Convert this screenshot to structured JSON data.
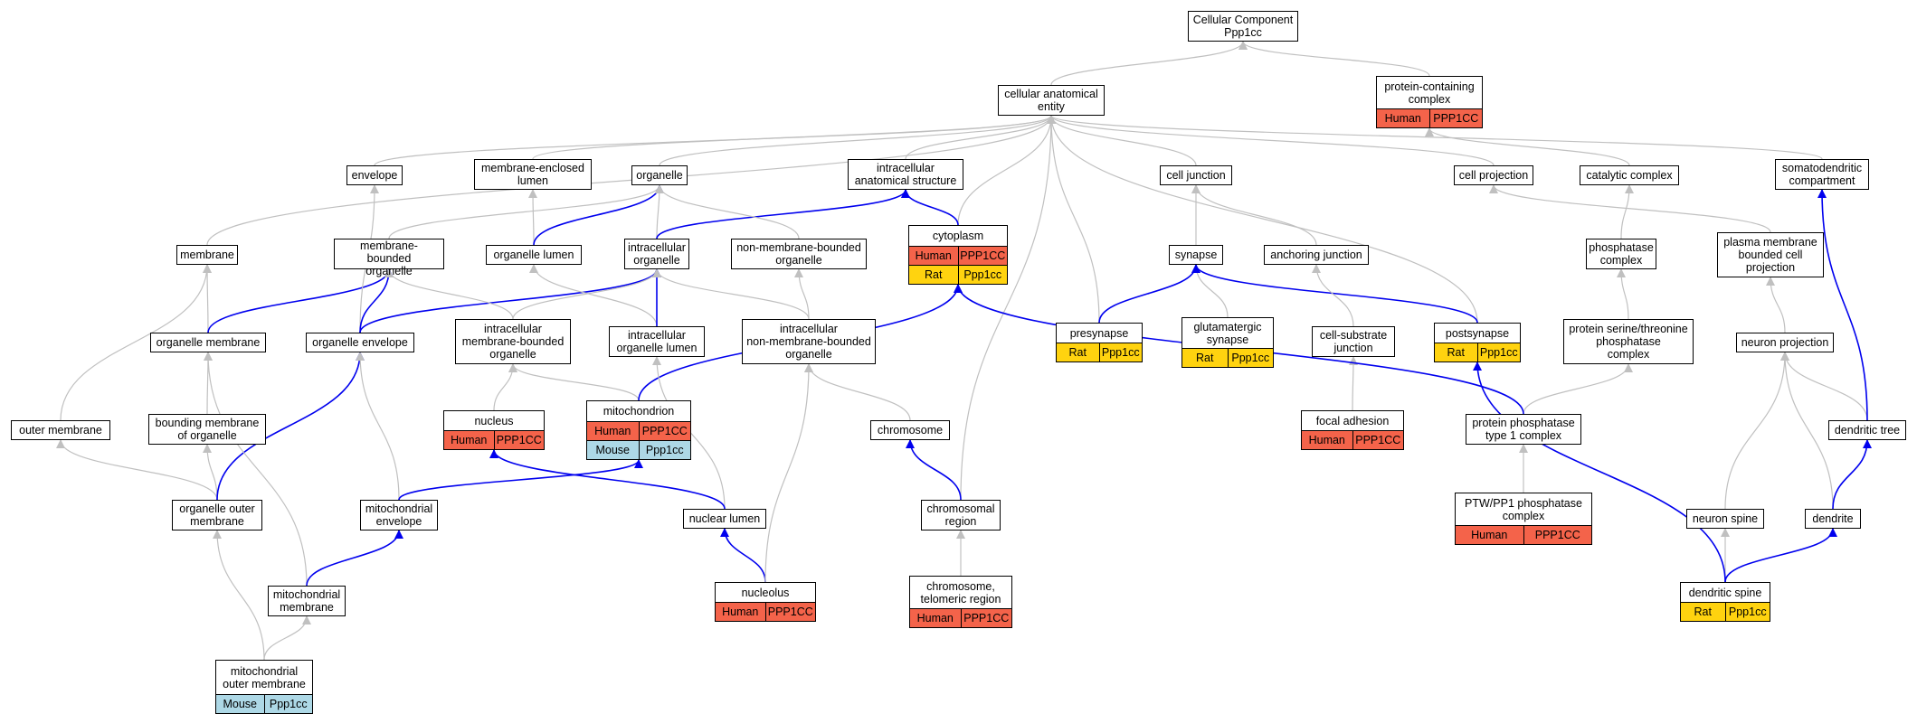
{
  "colors": {
    "is_a_edge": "#c0c0c0",
    "part_of_edge": "#0000ee",
    "human": "#f4634a",
    "rat": "#ffd30f",
    "mouse": "#add8e6"
  },
  "nodes": [
    {
      "id": "cc",
      "label": "Cellular Component\nPpp1cc"
    },
    {
      "id": "cae",
      "label": "cellular anatomical\nentity"
    },
    {
      "id": "pcc",
      "label": "protein-containing\ncomplex",
      "species": [
        [
          "Human",
          "PPP1CC"
        ]
      ]
    },
    {
      "id": "envelope",
      "label": "envelope"
    },
    {
      "id": "mel",
      "label": "membrane-enclosed\nlumen"
    },
    {
      "id": "organelle",
      "label": "organelle"
    },
    {
      "id": "ias",
      "label": "intracellular\nanatomical structure"
    },
    {
      "id": "cj",
      "label": "cell junction"
    },
    {
      "id": "cp",
      "label": "cell projection"
    },
    {
      "id": "catc",
      "label": "catalytic complex"
    },
    {
      "id": "sdc",
      "label": "somatodendritic\ncompartment"
    },
    {
      "id": "membrane",
      "label": "membrane"
    },
    {
      "id": "mbo",
      "label": "membrane-bounded\norganelle"
    },
    {
      "id": "olumen",
      "label": "organelle lumen"
    },
    {
      "id": "io",
      "label": "intracellular\norganelle"
    },
    {
      "id": "nmbo",
      "label": "non-membrane-bounded\norganelle"
    },
    {
      "id": "cytoplasm",
      "label": "cytoplasm",
      "species": [
        [
          "Human",
          "PPP1CC"
        ],
        [
          "Rat",
          "Ppp1cc"
        ]
      ]
    },
    {
      "id": "synapse",
      "label": "synapse"
    },
    {
      "id": "aj",
      "label": "anchoring junction"
    },
    {
      "id": "phc",
      "label": "phosphatase\ncomplex"
    },
    {
      "id": "pmbcp",
      "label": "plasma membrane\nbounded cell\nprojection"
    },
    {
      "id": "om",
      "label": "organelle membrane"
    },
    {
      "id": "oe",
      "label": "organelle envelope"
    },
    {
      "id": "imbo",
      "label": "intracellular\nmembrane-bounded\norganelle"
    },
    {
      "id": "iol",
      "label": "intracellular\norganelle lumen"
    },
    {
      "id": "inmbo",
      "label": "intracellular\nnon-membrane-bounded\norganelle"
    },
    {
      "id": "presynapse",
      "label": "presynapse",
      "species": [
        [
          "Rat",
          "Ppp1cc"
        ]
      ]
    },
    {
      "id": "gs",
      "label": "glutamatergic\nsynapse",
      "species": [
        [
          "Rat",
          "Ppp1cc"
        ]
      ]
    },
    {
      "id": "csj",
      "label": "cell-substrate\njunction"
    },
    {
      "id": "postsynapse",
      "label": "postsynapse",
      "species": [
        [
          "Rat",
          "Ppp1cc"
        ]
      ]
    },
    {
      "id": "pstpc",
      "label": "protein serine/threonine\nphosphatase\ncomplex"
    },
    {
      "id": "np",
      "label": "neuron projection"
    },
    {
      "id": "outerm",
      "label": "outer membrane"
    },
    {
      "id": "bmo",
      "label": "bounding membrane\nof organelle"
    },
    {
      "id": "nucleus",
      "label": "nucleus",
      "species": [
        [
          "Human",
          "PPP1CC"
        ]
      ]
    },
    {
      "id": "mito",
      "label": "mitochondrion",
      "species": [
        [
          "Human",
          "PPP1CC"
        ],
        [
          "Mouse",
          "Ppp1cc"
        ]
      ]
    },
    {
      "id": "chromosome",
      "label": "chromosome"
    },
    {
      "id": "fa",
      "label": "focal adhesion",
      "species": [
        [
          "Human",
          "PPP1CC"
        ]
      ]
    },
    {
      "id": "pp1c",
      "label": "protein phosphatase\ntype 1 complex"
    },
    {
      "id": "dt",
      "label": "dendritic tree"
    },
    {
      "id": "oom",
      "label": "organelle outer\nmembrane"
    },
    {
      "id": "menv",
      "label": "mitochondrial\nenvelope"
    },
    {
      "id": "nl",
      "label": "nuclear lumen"
    },
    {
      "id": "cr",
      "label": "chromosomal\nregion"
    },
    {
      "id": "ns",
      "label": "neuron spine"
    },
    {
      "id": "dendrite",
      "label": "dendrite"
    },
    {
      "id": "ptw",
      "label": "PTW/PP1 phosphatase\ncomplex",
      "species": [
        [
          "Human",
          "PPP1CC"
        ]
      ]
    },
    {
      "id": "mm",
      "label": "mitochondrial\nmembrane"
    },
    {
      "id": "nucleolus",
      "label": "nucleolus",
      "species": [
        [
          "Human",
          "PPP1CC"
        ]
      ]
    },
    {
      "id": "ctr",
      "label": "chromosome,\ntelomeric region",
      "species": [
        [
          "Human",
          "PPP1CC"
        ]
      ]
    },
    {
      "id": "ds",
      "label": "dendritic spine",
      "species": [
        [
          "Rat",
          "Ppp1cc"
        ]
      ]
    },
    {
      "id": "mom",
      "label": "mitochondrial\nouter membrane",
      "species": [
        [
          "Mouse",
          "Ppp1cc"
        ]
      ]
    }
  ],
  "edges": [
    {
      "from": "cae",
      "to": "cc",
      "rel": "is_a"
    },
    {
      "from": "pcc",
      "to": "cc",
      "rel": "is_a"
    },
    {
      "from": "envelope",
      "to": "cae",
      "rel": "is_a"
    },
    {
      "from": "mel",
      "to": "cae",
      "rel": "is_a"
    },
    {
      "from": "organelle",
      "to": "cae",
      "rel": "is_a"
    },
    {
      "from": "ias",
      "to": "cae",
      "rel": "is_a"
    },
    {
      "from": "cj",
      "to": "cae",
      "rel": "is_a"
    },
    {
      "from": "cp",
      "to": "cae",
      "rel": "is_a"
    },
    {
      "from": "catc",
      "to": "pcc",
      "rel": "is_a"
    },
    {
      "from": "sdc",
      "to": "cae",
      "rel": "is_a"
    },
    {
      "from": "membrane",
      "to": "cae",
      "rel": "is_a"
    },
    {
      "from": "cytoplasm",
      "to": "cae",
      "rel": "is_a"
    },
    {
      "from": "cr",
      "to": "cae",
      "rel": "is_a"
    },
    {
      "from": "presynapse",
      "to": "cae",
      "rel": "is_a"
    },
    {
      "from": "postsynapse",
      "to": "cae",
      "rel": "is_a"
    },
    {
      "from": "mbo",
      "to": "organelle",
      "rel": "is_a"
    },
    {
      "from": "olumen",
      "to": "mel",
      "rel": "is_a"
    },
    {
      "from": "olumen",
      "to": "organelle",
      "rel": "part_of"
    },
    {
      "from": "io",
      "to": "organelle",
      "rel": "is_a"
    },
    {
      "from": "io",
      "to": "ias",
      "rel": "part_of"
    },
    {
      "from": "nmbo",
      "to": "organelle",
      "rel": "is_a"
    },
    {
      "from": "cytoplasm",
      "to": "ias",
      "rel": "part_of"
    },
    {
      "from": "synapse",
      "to": "cj",
      "rel": "is_a"
    },
    {
      "from": "aj",
      "to": "cj",
      "rel": "is_a"
    },
    {
      "from": "phc",
      "to": "catc",
      "rel": "is_a"
    },
    {
      "from": "pmbcp",
      "to": "cp",
      "rel": "is_a"
    },
    {
      "from": "om",
      "to": "membrane",
      "rel": "is_a"
    },
    {
      "from": "om",
      "to": "mbo",
      "rel": "part_of"
    },
    {
      "from": "oe",
      "to": "envelope",
      "rel": "is_a"
    },
    {
      "from": "oe",
      "to": "mbo",
      "rel": "part_of"
    },
    {
      "from": "oe",
      "to": "io",
      "rel": "part_of"
    },
    {
      "from": "imbo",
      "to": "mbo",
      "rel": "is_a"
    },
    {
      "from": "imbo",
      "to": "io",
      "rel": "is_a"
    },
    {
      "from": "iol",
      "to": "olumen",
      "rel": "is_a"
    },
    {
      "from": "iol",
      "to": "io",
      "rel": "part_of"
    },
    {
      "from": "inmbo",
      "to": "io",
      "rel": "is_a"
    },
    {
      "from": "inmbo",
      "to": "nmbo",
      "rel": "is_a"
    },
    {
      "from": "presynapse",
      "to": "synapse",
      "rel": "part_of"
    },
    {
      "from": "gs",
      "to": "synapse",
      "rel": "is_a"
    },
    {
      "from": "postsynapse",
      "to": "synapse",
      "rel": "part_of"
    },
    {
      "from": "csj",
      "to": "aj",
      "rel": "is_a"
    },
    {
      "from": "pstpc",
      "to": "phc",
      "rel": "is_a"
    },
    {
      "from": "np",
      "to": "pmbcp",
      "rel": "is_a"
    },
    {
      "from": "outerm",
      "to": "membrane",
      "rel": "is_a"
    },
    {
      "from": "bmo",
      "to": "om",
      "rel": "is_a"
    },
    {
      "from": "nucleus",
      "to": "imbo",
      "rel": "is_a"
    },
    {
      "from": "mito",
      "to": "imbo",
      "rel": "is_a"
    },
    {
      "from": "mito",
      "to": "cytoplasm",
      "rel": "part_of"
    },
    {
      "from": "chromosome",
      "to": "inmbo",
      "rel": "is_a"
    },
    {
      "from": "fa",
      "to": "csj",
      "rel": "is_a"
    },
    {
      "from": "pp1c",
      "to": "pstpc",
      "rel": "is_a"
    },
    {
      "from": "pp1c",
      "to": "cytoplasm",
      "rel": "part_of"
    },
    {
      "from": "dt",
      "to": "np",
      "rel": "is_a"
    },
    {
      "from": "dt",
      "to": "sdc",
      "rel": "part_of"
    },
    {
      "from": "oom",
      "to": "outerm",
      "rel": "is_a"
    },
    {
      "from": "oom",
      "to": "bmo",
      "rel": "is_a"
    },
    {
      "from": "oom",
      "to": "oe",
      "rel": "part_of"
    },
    {
      "from": "menv",
      "to": "oe",
      "rel": "is_a"
    },
    {
      "from": "menv",
      "to": "mito",
      "rel": "part_of"
    },
    {
      "from": "nl",
      "to": "iol",
      "rel": "is_a"
    },
    {
      "from": "nl",
      "to": "nucleus",
      "rel": "part_of"
    },
    {
      "from": "cr",
      "to": "chromosome",
      "rel": "part_of"
    },
    {
      "from": "ns",
      "to": "np",
      "rel": "is_a"
    },
    {
      "from": "dendrite",
      "to": "np",
      "rel": "is_a"
    },
    {
      "from": "dendrite",
      "to": "dt",
      "rel": "part_of"
    },
    {
      "from": "ptw",
      "to": "pp1c",
      "rel": "is_a"
    },
    {
      "from": "mm",
      "to": "om",
      "rel": "is_a"
    },
    {
      "from": "mm",
      "to": "menv",
      "rel": "part_of"
    },
    {
      "from": "nucleolus",
      "to": "nl",
      "rel": "part_of"
    },
    {
      "from": "nucleolus",
      "to": "inmbo",
      "rel": "is_a"
    },
    {
      "from": "ctr",
      "to": "cr",
      "rel": "is_a"
    },
    {
      "from": "ds",
      "to": "ns",
      "rel": "is_a"
    },
    {
      "from": "ds",
      "to": "dendrite",
      "rel": "part_of"
    },
    {
      "from": "ds",
      "to": "postsynapse",
      "rel": "part_of"
    },
    {
      "from": "mom",
      "to": "mm",
      "rel": "is_a"
    },
    {
      "from": "mom",
      "to": "oom",
      "rel": "is_a"
    }
  ]
}
